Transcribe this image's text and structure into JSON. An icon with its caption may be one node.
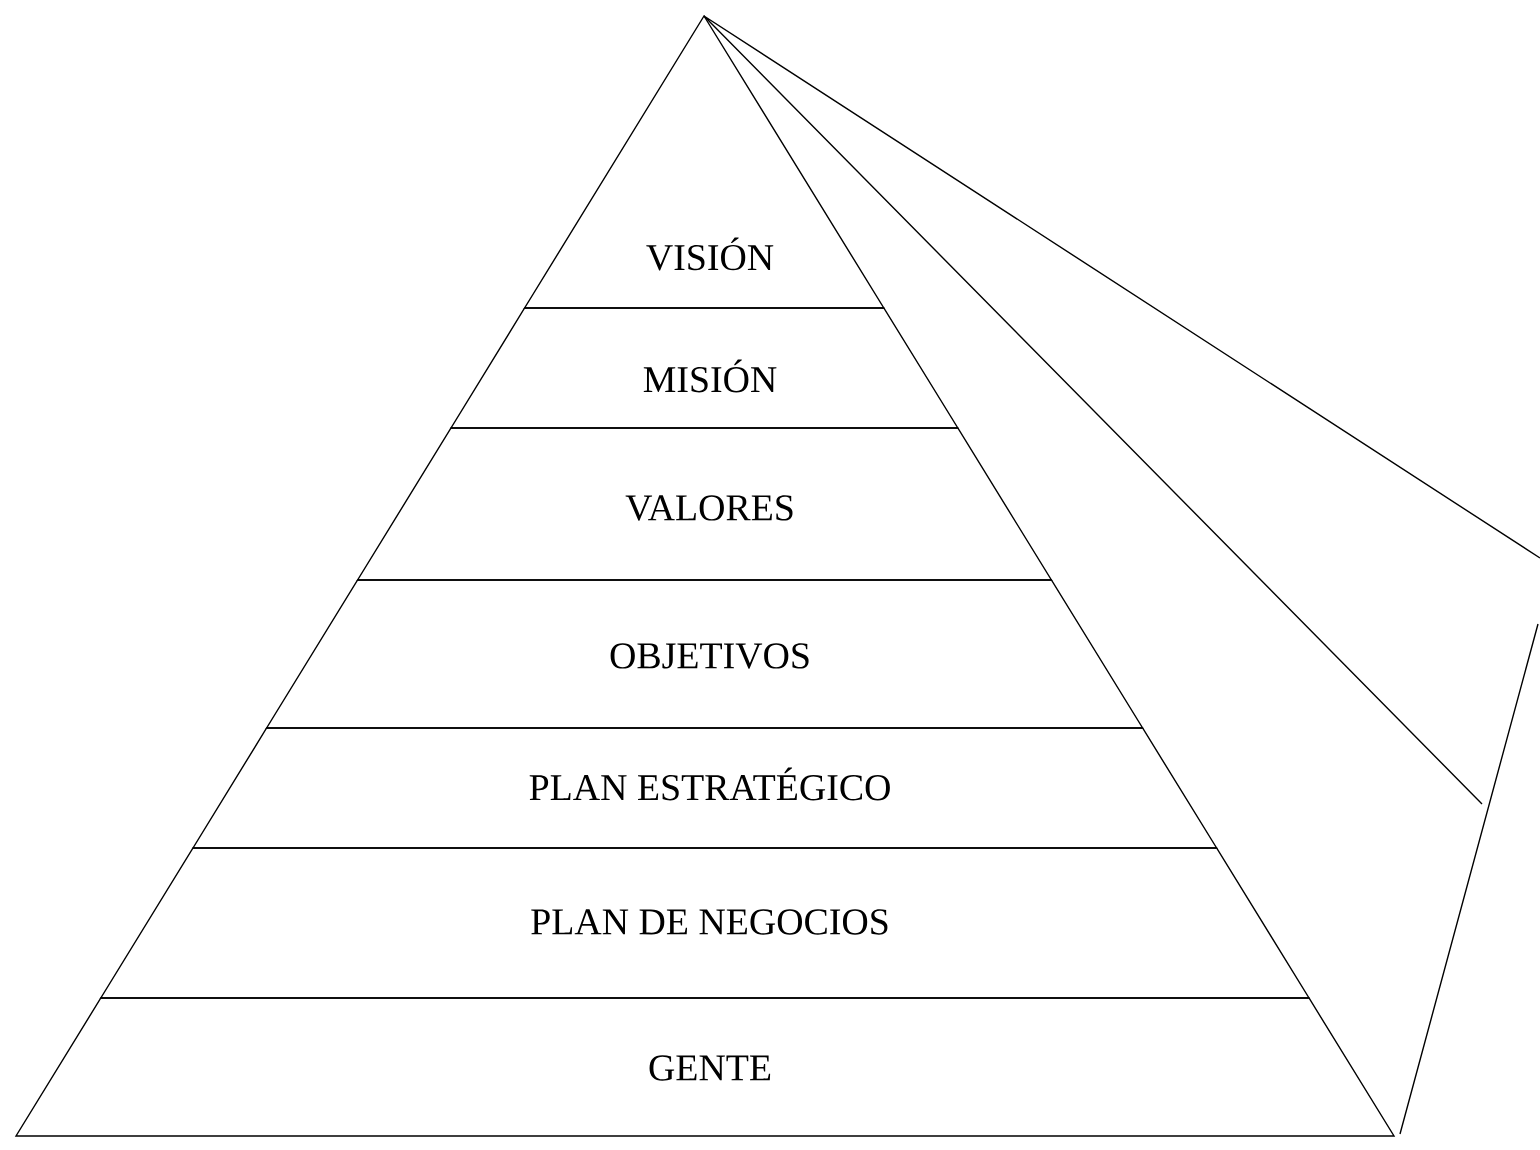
{
  "diagram": {
    "nodes": [
      {
        "text": [
          "VISIÓN"
        ]
      },
      {
        "text": [
          "MISIÓN"
        ]
      },
      {
        "text": [
          "VALORES"
        ]
      },
      {
        "text": [
          "OBJETIVOS"
        ]
      },
      {
        "text": [
          "PLAN ESTRATÉGICO"
        ]
      },
      {
        "text": [
          "PLAN DE NEGOCIOS"
        ]
      },
      {
        "text": [
          "GENTE"
        ]
      }
    ]
  }
}
